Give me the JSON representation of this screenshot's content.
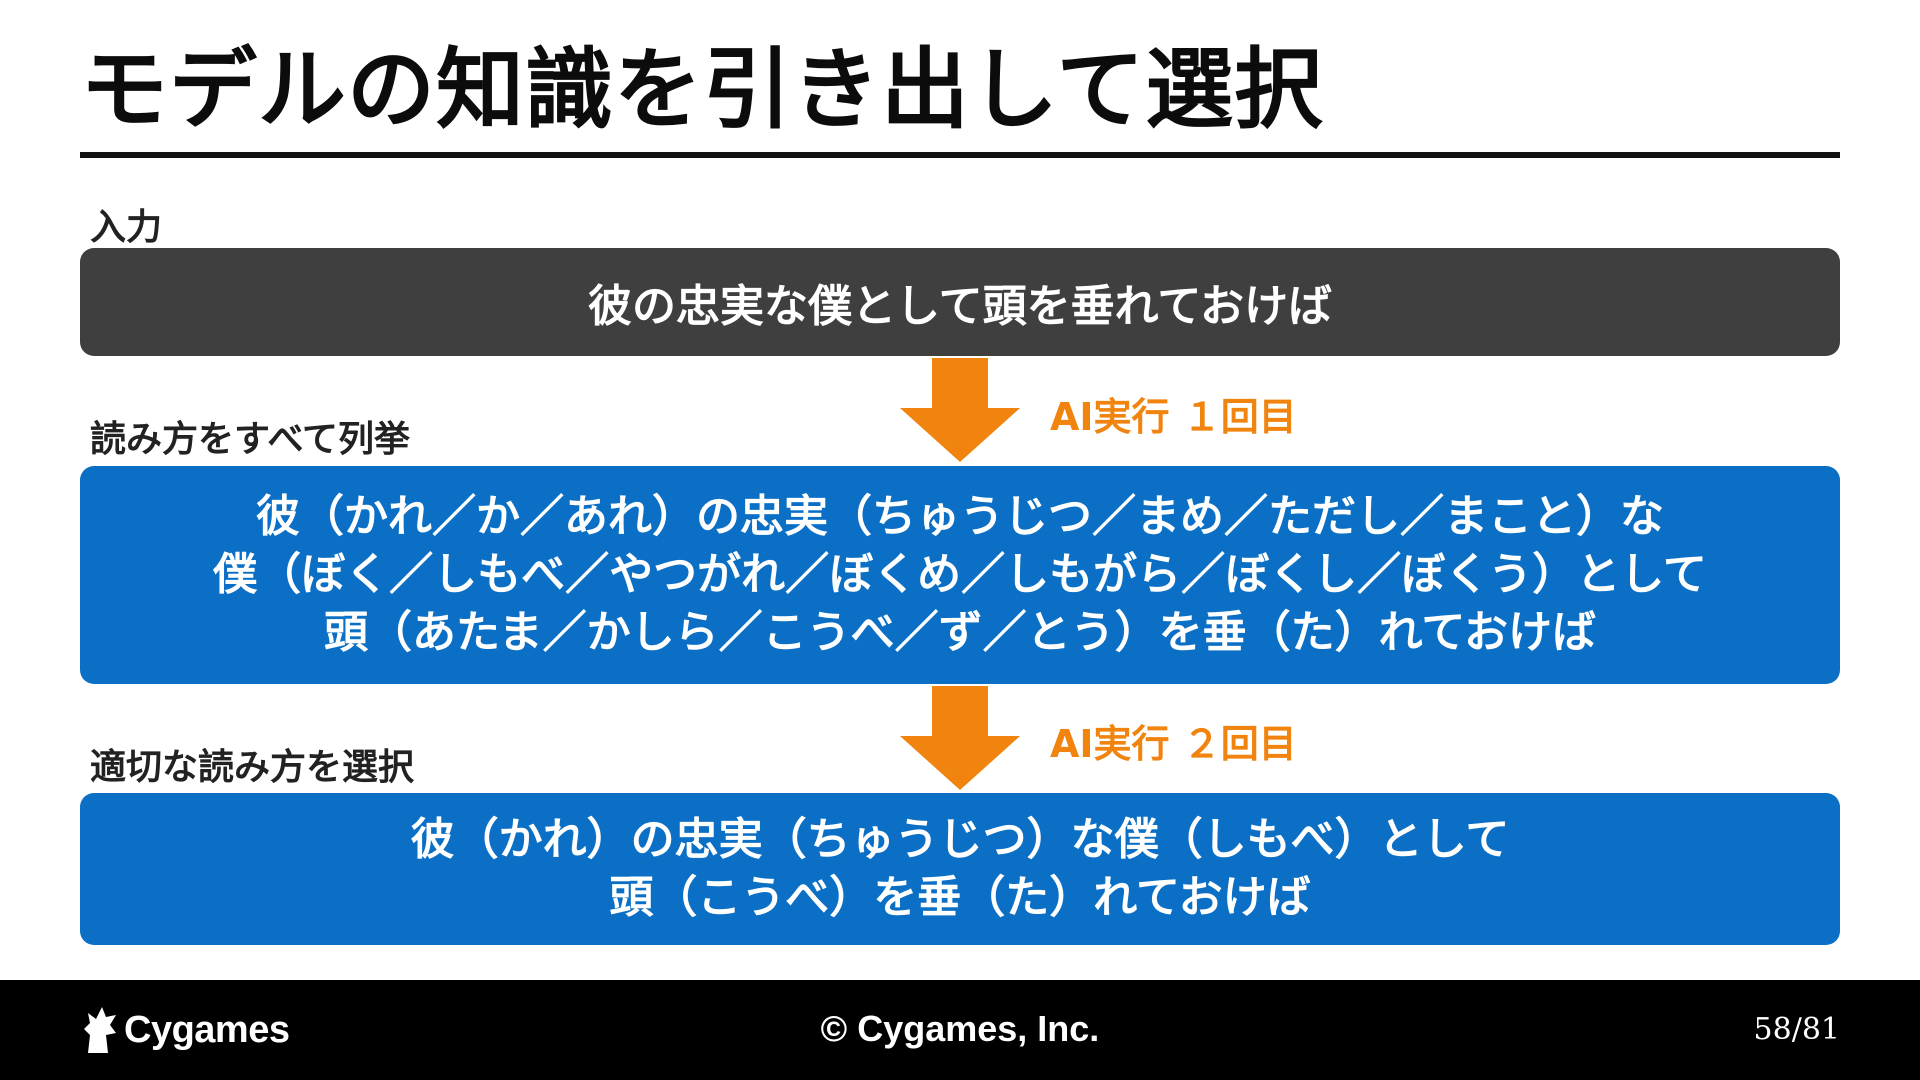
{
  "slide": {
    "title": "モデルの知識を引き出して選択"
  },
  "sections": {
    "input_label": "入力",
    "input_text": "彼の忠実な僕として頭を垂れておけば",
    "list_label": "読み方をすべて列挙",
    "list_lines": [
      "彼（かれ／か／あれ）の忠実（ちゅうじつ／まめ／ただし／まこと）な",
      "僕（ぼく／しもべ／やつがれ／ぼくめ／しもがら／ぼくし／ぼくう）として",
      "頭（あたま／かしら／こうべ／ず／とう）を垂（た）れておけば"
    ],
    "select_label": "適切な読み方を選択",
    "select_lines": [
      "彼（かれ）の忠実（ちゅうじつ）な僕（しもべ）として",
      "頭（こうべ）を垂（た）れておけば"
    ]
  },
  "steps": {
    "step1_label": "AI実行 １回目",
    "step2_label": "AI実行 ２回目"
  },
  "colors": {
    "input_box": "#3f3f3f",
    "blue_box": "#0a6fc5",
    "accent_orange": "#f0840f",
    "footer": "#000000"
  },
  "icons": {
    "arrow": "down-arrow-icon",
    "logo": "cygames-horse-logo-icon"
  },
  "footer": {
    "logo_text": "Cygames",
    "copyright": "© Cygames, Inc.",
    "page_number": "58/81"
  }
}
